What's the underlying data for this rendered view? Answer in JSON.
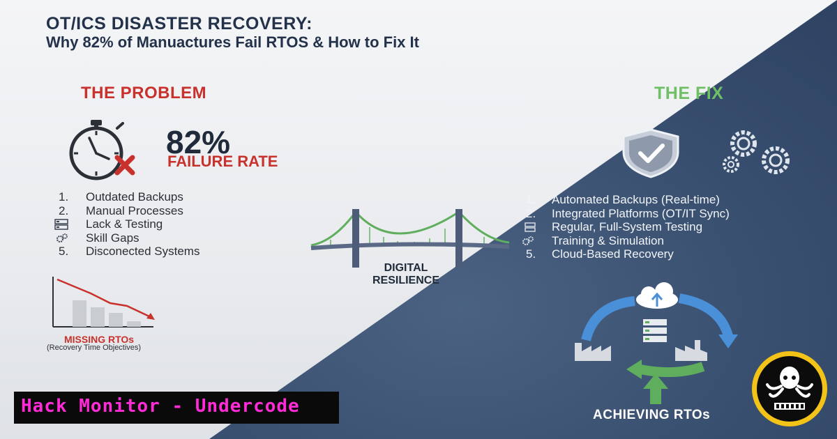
{
  "header": {
    "title": "OT/ICS DISASTER RECOVERY:",
    "subtitle": "Why 82% of Manuactures Fail RTOS & How to Fix It"
  },
  "problem": {
    "heading": "THE PROBLEM",
    "stat_value": "82%",
    "stat_label": "FAILURE RATE",
    "items": [
      {
        "marker": "1.",
        "text": "Outdated Backups"
      },
      {
        "marker": "2.",
        "text": "Manual Processes"
      },
      {
        "marker": "",
        "icon": "server-icon",
        "text": "Lack & Testing"
      },
      {
        "marker": "",
        "icon": "gears-icon",
        "text": "Skill Gaps"
      },
      {
        "marker": "5.",
        "text": "Disconected Systems"
      }
    ],
    "chart_caption": "MISSING RTOs",
    "chart_subcaption": "(Recovery Time Objectives)"
  },
  "center": {
    "label_line1": "DIGITAL",
    "label_line2": "RESILIENCE"
  },
  "fix": {
    "heading": "THE FIX",
    "items": [
      {
        "marker": "1.",
        "text": "Automated Backups (Real-time)"
      },
      {
        "marker": "2.",
        "text": "Integrated Platforms (OT/IT Sync)"
      },
      {
        "marker": "",
        "icon": "server-icon",
        "text": "Regular, Full-System Testing"
      },
      {
        "marker": "",
        "icon": "gears-icon",
        "text": "Training & Simulation"
      },
      {
        "marker": "5.",
        "text": "Cloud-Based Recovery"
      }
    ],
    "cycle_caption": "ACHIEVING RTOs"
  },
  "branding": {
    "text": "Hack Monitor - Undercode"
  },
  "colors": {
    "navy_text": "#23324a",
    "problem_red": "#c8312c",
    "fix_green": "#6fbf64",
    "panel_blue": "#3a5070",
    "brand_pink": "#ff2bd6"
  }
}
